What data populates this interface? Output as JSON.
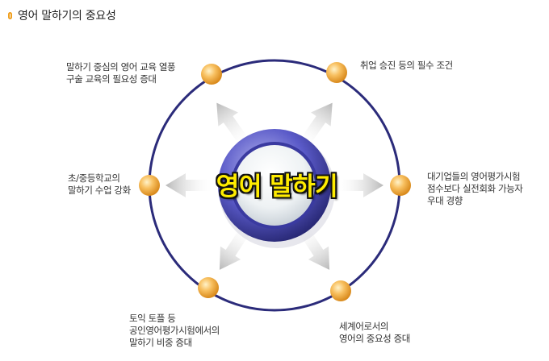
{
  "header": {
    "title": "영어 말하기의 중요성"
  },
  "center": {
    "label": "영어 말하기"
  },
  "labels": {
    "top_left": {
      "line1": "말하기 중심의 영어 교육 열풍",
      "line2": "구술 교육의 필요성 증대"
    },
    "top_right": {
      "line1": "취업 승진 등의 필수 조건"
    },
    "left": {
      "line1": "초/중등학교의",
      "line2": "말하기 수업 강화"
    },
    "right": {
      "line1": "대기업들의 영어평가시험",
      "line2": "점수보다 실전회화 가능자",
      "line3": "우대 경향"
    },
    "bottom_left": {
      "line1": "토익 토플 등",
      "line2": "공인영어평가시험에서의",
      "line3": "말하기 비중 증대"
    },
    "bottom_right": {
      "line1": "세계어로서의",
      "line2": "영어의 중요성 증대"
    }
  },
  "colors": {
    "ring": "#2b2b7a",
    "node": "#f5a535",
    "arrow": "#c8c8c8",
    "center_text": "#ffec00",
    "header_bullet": "#f0a020"
  }
}
